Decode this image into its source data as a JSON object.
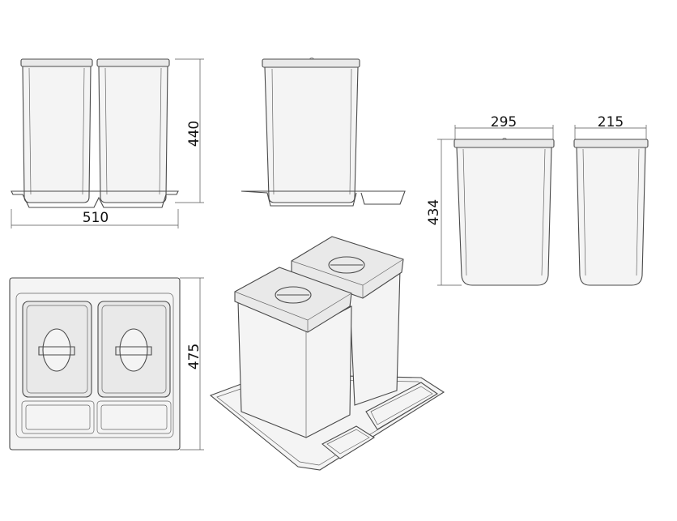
{
  "dimensions": {
    "front_height": "440",
    "front_width": "510",
    "bin_large_width": "295",
    "bin_small_width": "215",
    "bin_height": "434",
    "top_depth": "475"
  },
  "colors": {
    "line": "#4a4a4a",
    "text": "#111111"
  }
}
